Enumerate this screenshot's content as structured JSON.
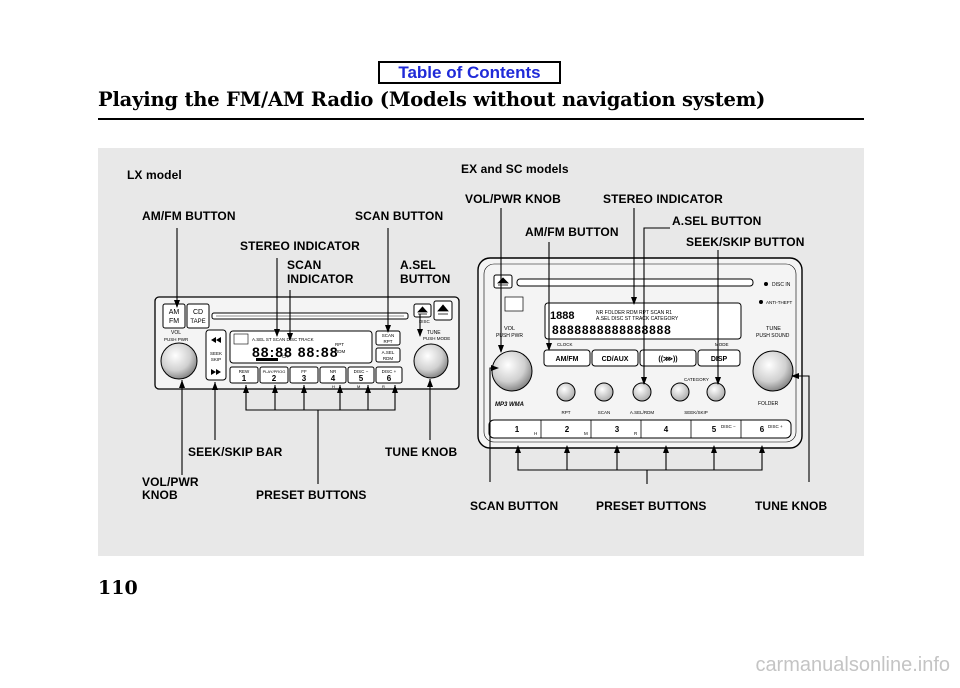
{
  "header": {
    "toc_label": "Table of Contents",
    "title": "Playing the FM/AM Radio (Models without navigation system)"
  },
  "lx": {
    "model_label": "LX model",
    "am_fm_button": "AM/FM BUTTON",
    "scan_button": "SCAN BUTTON",
    "stereo_indicator": "STEREO INDICATOR",
    "scan_indicator_1": "SCAN",
    "scan_indicator_2": "INDICATOR",
    "asel_button_1": "A.SEL",
    "asel_button_2": "BUTTON",
    "seek_skip_bar": "SEEK/SKIP BAR",
    "tune_knob": "TUNE KNOB",
    "vol_pwr_knob_1": "VOL/PWR",
    "vol_pwr_knob_2": "KNOB",
    "preset_buttons": "PRESET BUTTONS",
    "radio": {
      "am": "AM",
      "fm": "FM",
      "cd": "CD",
      "tape": "TAPE",
      "vol": "VOL",
      "push_pwr": "PUSH PWR",
      "seek": "SEEK",
      "skip": "SKIP",
      "scan": "SCAN",
      "rpt": "RPT",
      "asel": "A.SEL",
      "rdm": "RDM",
      "tune": "TUNE",
      "mode": "PUSH MODE",
      "disc": "DISC",
      "disp_top": "A.SEL  ST   SCAN  DISC  TRACK",
      "disp_rpt": "RPT",
      "disp_rdm": "RDM",
      "disp_ch": "CH",
      "presets": [
        {
          "top": "REW",
          "num": "1"
        },
        {
          "top": "PLAY/PROG",
          "num": "2"
        },
        {
          "top": "FF",
          "num": "3"
        },
        {
          "top": "NR",
          "num": "4"
        },
        {
          "top": "DISC −",
          "num": "5"
        },
        {
          "top": "DISC +",
          "num": "6"
        }
      ],
      "hmr": [
        "H",
        "M",
        "R"
      ]
    }
  },
  "ex": {
    "model_label": "EX and SC models",
    "vol_pwr_knob": "VOL/PWR KNOB",
    "stereo_indicator": "STEREO INDICATOR",
    "asel_button": "A.SEL BUTTON",
    "am_fm_button": "AM/FM BUTTON",
    "seek_skip_button": "SEEK/SKIP BUTTON",
    "scan_button": "SCAN BUTTON",
    "preset_buttons": "PRESET BUTTONS",
    "tune_knob": "TUNE KNOB",
    "radio": {
      "disc_in": "DISC IN",
      "anti_theft": "ANTI-THEFT",
      "vol": "VOL",
      "push_pwr": "PUSH PWR",
      "tune": "TUNE",
      "sound": "PUSH SOUND",
      "clock": "CLOCK",
      "mode": "MODE",
      "am_fm": "AM/FM",
      "cd_aux": "CD/AUX",
      "disp": "DISP",
      "category": "CATEGORY",
      "folder": "FOLDER",
      "rpt": "RPT",
      "scan": "SCAN",
      "asel_rdm": "A.SEL/RDM",
      "seek_skip": "SEEK/SKIP",
      "mp3_wma": "MP3  WMA",
      "disp_line1": "NR  FOLDER  RDM  RPT  SCAN  R1",
      "disp_line2": "A.SEL DISC ST  TRACK  CATEGORY",
      "disp_num": "1888",
      "presets": [
        {
          "num": "1",
          "sub": "H"
        },
        {
          "num": "2",
          "sub": "M"
        },
        {
          "num": "3",
          "sub": "R"
        },
        {
          "num": "4",
          "sub": ""
        },
        {
          "num": "5",
          "sub": "DISC −"
        },
        {
          "num": "6",
          "sub": "DISC +"
        }
      ]
    }
  },
  "footer": {
    "page_number": "110",
    "watermark": "carmanualsonline.info"
  }
}
